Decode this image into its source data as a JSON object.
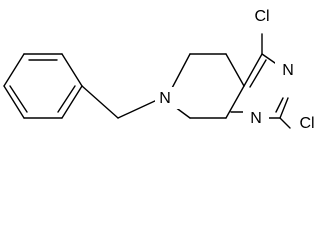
{
  "molecule": {
    "atoms": {
      "nitrogen_ring": "N",
      "nitrogen_upper": "N",
      "nitrogen_lower": "N",
      "chlorine_upper": "Cl",
      "chlorine_lower": "Cl"
    },
    "colors": {
      "line": "#000000",
      "text": "#000000",
      "background": "#ffffff"
    }
  }
}
